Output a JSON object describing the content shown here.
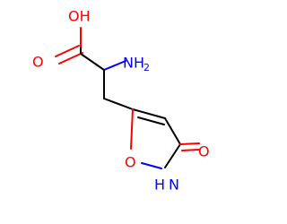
{
  "molecule": {
    "atoms": {
      "hydroxyl": "OH",
      "carbonyl_acid": "O",
      "amino_base": "NH",
      "amino_subscript": "2",
      "ring_oxygen": "O",
      "ring_nitrogen": "H",
      "ring_nitrogen_letter": "N",
      "ring_carbonyl": "O"
    },
    "colors": {
      "bond": "#000000",
      "oxygen": "#ff0000",
      "nitrogen": "#0000ff",
      "background": "#ffffff"
    }
  }
}
